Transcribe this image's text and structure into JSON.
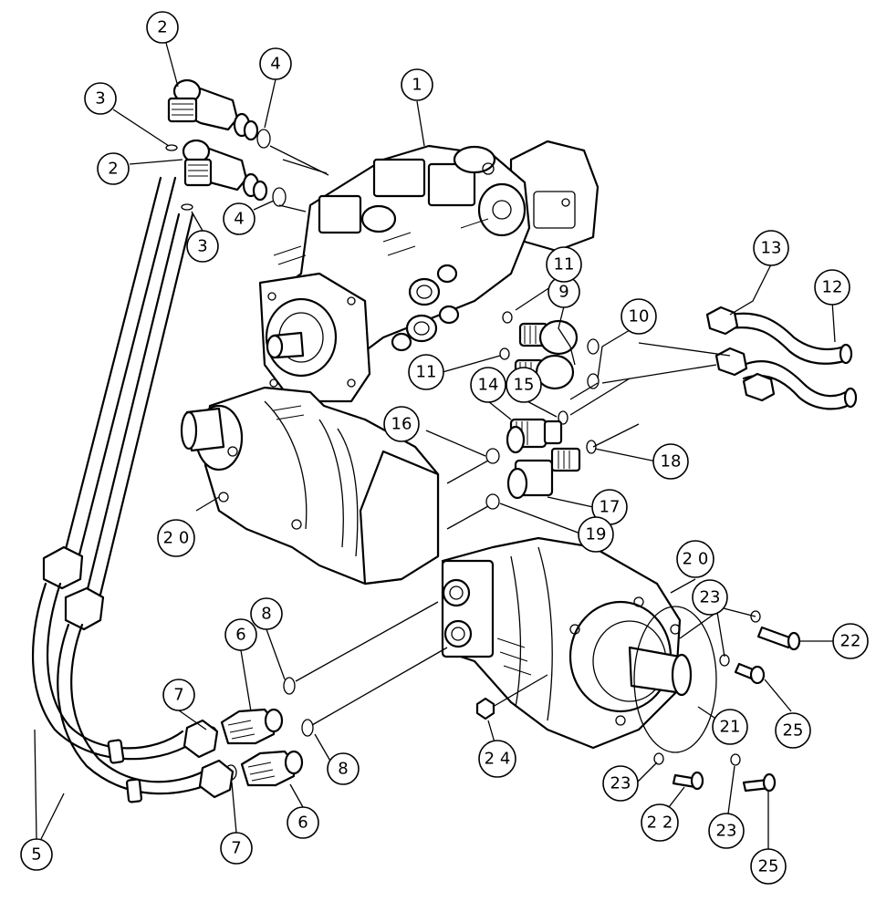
{
  "callouts": {
    "c1": "1",
    "c2a": "2",
    "c2b": "2",
    "c3a": "3",
    "c3b": "3",
    "c4a": "4",
    "c4b": "4",
    "c5": "5",
    "c6a": "6",
    "c6b": "6",
    "c7a": "7",
    "c7b": "7",
    "c8a": "8",
    "c8b": "8",
    "c9": "9",
    "c10": "10",
    "c11a": "11",
    "c11b": "11",
    "c12": "12",
    "c13": "13",
    "c14": "14",
    "c15": "15",
    "c16": "16",
    "c17": "17",
    "c18": "18",
    "c19": "19",
    "c20a": "2 0",
    "c20b": "2 0",
    "c21": "21",
    "c22a": "22",
    "c22b": "2 2",
    "c23a": "23",
    "c23b": "23",
    "c23c": "23",
    "c24": "2 4",
    "c25a": "25",
    "c25b": "25"
  }
}
